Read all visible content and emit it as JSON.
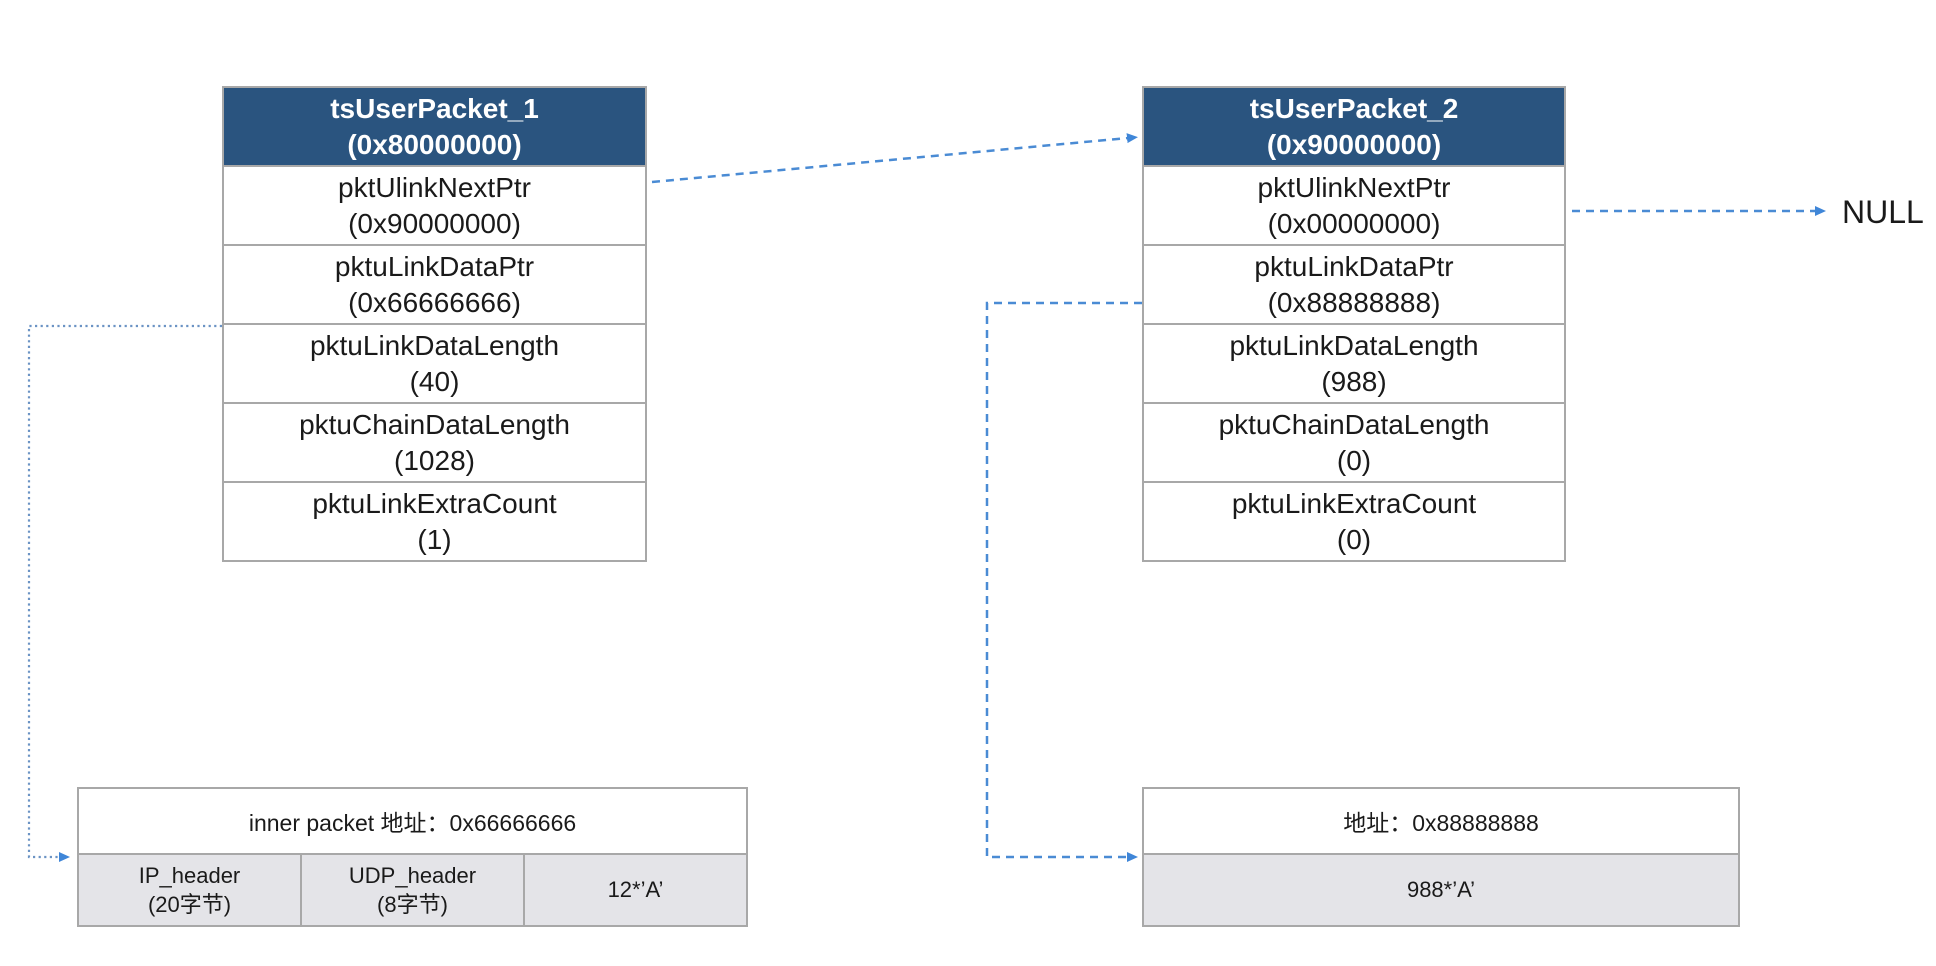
{
  "colors": {
    "header_bg": "#2a547f",
    "border_gray": "#a8a8a8",
    "cell_fill": "#e4e4e8",
    "dash_blue": "#4a8bd4",
    "dot_blue": "#6b93c4",
    "arrow_blue": "#3f86d8"
  },
  "packets": [
    {
      "title": "tsUserPacket_1",
      "address": "(0x80000000)",
      "fields": [
        {
          "name": "pktUlinkNextPtr",
          "value": "(0x90000000)"
        },
        {
          "name": "pktuLinkDataPtr",
          "value": "(0x66666666)"
        },
        {
          "name": "pktuLinkDataLength",
          "value": "(40)"
        },
        {
          "name": "pktuChainDataLength",
          "value": "(1028)"
        },
        {
          "name": "pktuLinkExtraCount",
          "value": "(1)"
        }
      ]
    },
    {
      "title": "tsUserPacket_2",
      "address": "(0x90000000)",
      "fields": [
        {
          "name": "pktUlinkNextPtr",
          "value": "(0x00000000)"
        },
        {
          "name": "pktuLinkDataPtr",
          "value": "(0x88888888)"
        },
        {
          "name": "pktuLinkDataLength",
          "value": "(988)"
        },
        {
          "name": "pktuChainDataLength",
          "value": "(0)"
        },
        {
          "name": "pktuLinkExtraCount",
          "value": "(0)"
        }
      ]
    }
  ],
  "buffers": [
    {
      "title": "inner packet 地址：0x66666666",
      "cells": [
        {
          "label": "IP_header",
          "sub": "(20字节)"
        },
        {
          "label": "UDP_header",
          "sub": "(8字节)"
        },
        {
          "label": "12*’A’",
          "sub": ""
        }
      ]
    },
    {
      "title": "地址：0x88888888",
      "cells": [
        {
          "label": "988*’A’",
          "sub": ""
        }
      ]
    }
  ],
  "labels": {
    "null_label": "NULL"
  }
}
